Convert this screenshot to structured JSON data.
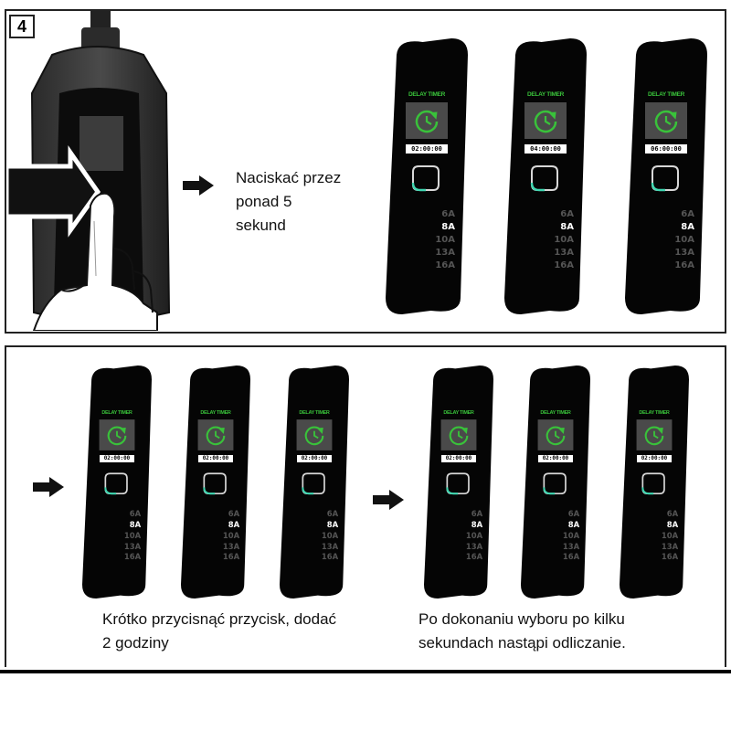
{
  "step_number": "4",
  "top": {
    "caption_lines": [
      "Naciskać przez",
      "ponad 5",
      "sekund"
    ],
    "units": [
      {
        "title": "DELAY TIMER",
        "time": "02:00:00",
        "amps": [
          "6A",
          "8A",
          "10A",
          "13A",
          "16A"
        ],
        "selected_amp": "8A"
      },
      {
        "title": "DELAY TIMER",
        "time": "04:00:00",
        "amps": [
          "6A",
          "8A",
          "10A",
          "13A",
          "16A"
        ],
        "selected_amp": "8A"
      },
      {
        "title": "DELAY TIMER",
        "time": "06:00:00",
        "amps": [
          "6A",
          "8A",
          "10A",
          "13A",
          "16A"
        ],
        "selected_amp": "8A"
      }
    ]
  },
  "bottom": {
    "caption_left_lines": [
      "Krótko przycisnąć przycisk, dodać",
      "2 godziny"
    ],
    "caption_right_lines": [
      "Po dokonaniu wyboru po kilku",
      "sekundach nastąpi odliczanie."
    ],
    "units": [
      {
        "title": "DELAY TIMER",
        "time": "02:00:00",
        "amps": [
          "6A",
          "8A",
          "10A",
          "13A",
          "16A"
        ],
        "selected_amp": "8A"
      },
      {
        "title": "DELAY TIMER",
        "time": "02:00:00",
        "amps": [
          "6A",
          "8A",
          "10A",
          "13A",
          "16A"
        ],
        "selected_amp": "8A"
      },
      {
        "title": "DELAY TIMER",
        "time": "02:00:00",
        "amps": [
          "6A",
          "8A",
          "10A",
          "13A",
          "16A"
        ],
        "selected_amp": "8A"
      },
      {
        "title": "DELAY TIMER",
        "time": "02:00:00",
        "amps": [
          "6A",
          "8A",
          "10A",
          "13A",
          "16A"
        ],
        "selected_amp": "8A"
      },
      {
        "title": "DELAY TIMER",
        "time": "02:00:00",
        "amps": [
          "6A",
          "8A",
          "10A",
          "13A",
          "16A"
        ],
        "selected_amp": "8A"
      },
      {
        "title": "DELAY TIMER",
        "time": "02:00:00",
        "amps": [
          "6A",
          "8A",
          "10A",
          "13A",
          "16A"
        ],
        "selected_amp": "8A"
      }
    ]
  },
  "colors": {
    "accent_green": "#39c23a",
    "device_black": "#050505",
    "teal_button": "#3fd6b0"
  }
}
